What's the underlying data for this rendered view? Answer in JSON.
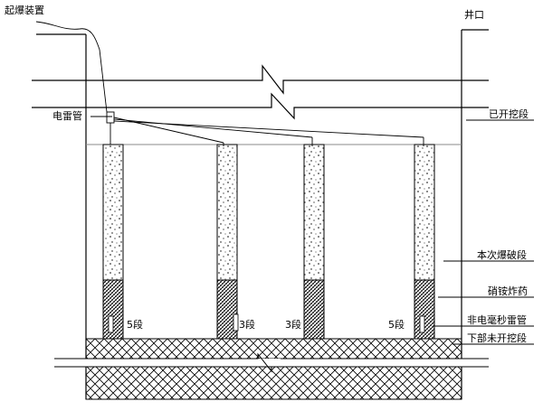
{
  "labels": {
    "detonator_device": "起爆装置",
    "shaft_mouth": "井口",
    "electric_detonator": "电雷管",
    "excavated_section": "已开挖段",
    "current_blast_section": "本次爆破段",
    "ammonium_nitrate": "硝铵炸药",
    "non_electric_ms_detonator": "非电毫秒雷管",
    "lower_unexcavated_section": "下部未开挖段"
  },
  "holes": [
    {
      "delay": "5段"
    },
    {
      "delay": "3段"
    },
    {
      "delay": "3段"
    },
    {
      "delay": "5段"
    }
  ],
  "colors": {
    "stroke": "#000000",
    "fill": "#ffffff",
    "level_line": "#888888"
  }
}
